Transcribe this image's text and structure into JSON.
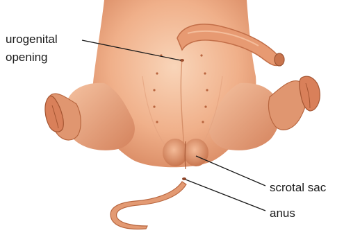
{
  "labels": {
    "urogenital_line1": "urogenital",
    "urogenital_line2": "opening",
    "scrotal": "scrotal sac",
    "anus": "anus"
  },
  "colors": {
    "skin_light": "#f7c9a8",
    "skin_mid": "#eba57e",
    "skin_dark": "#cf7a55",
    "leader": "#1a1a1a"
  }
}
